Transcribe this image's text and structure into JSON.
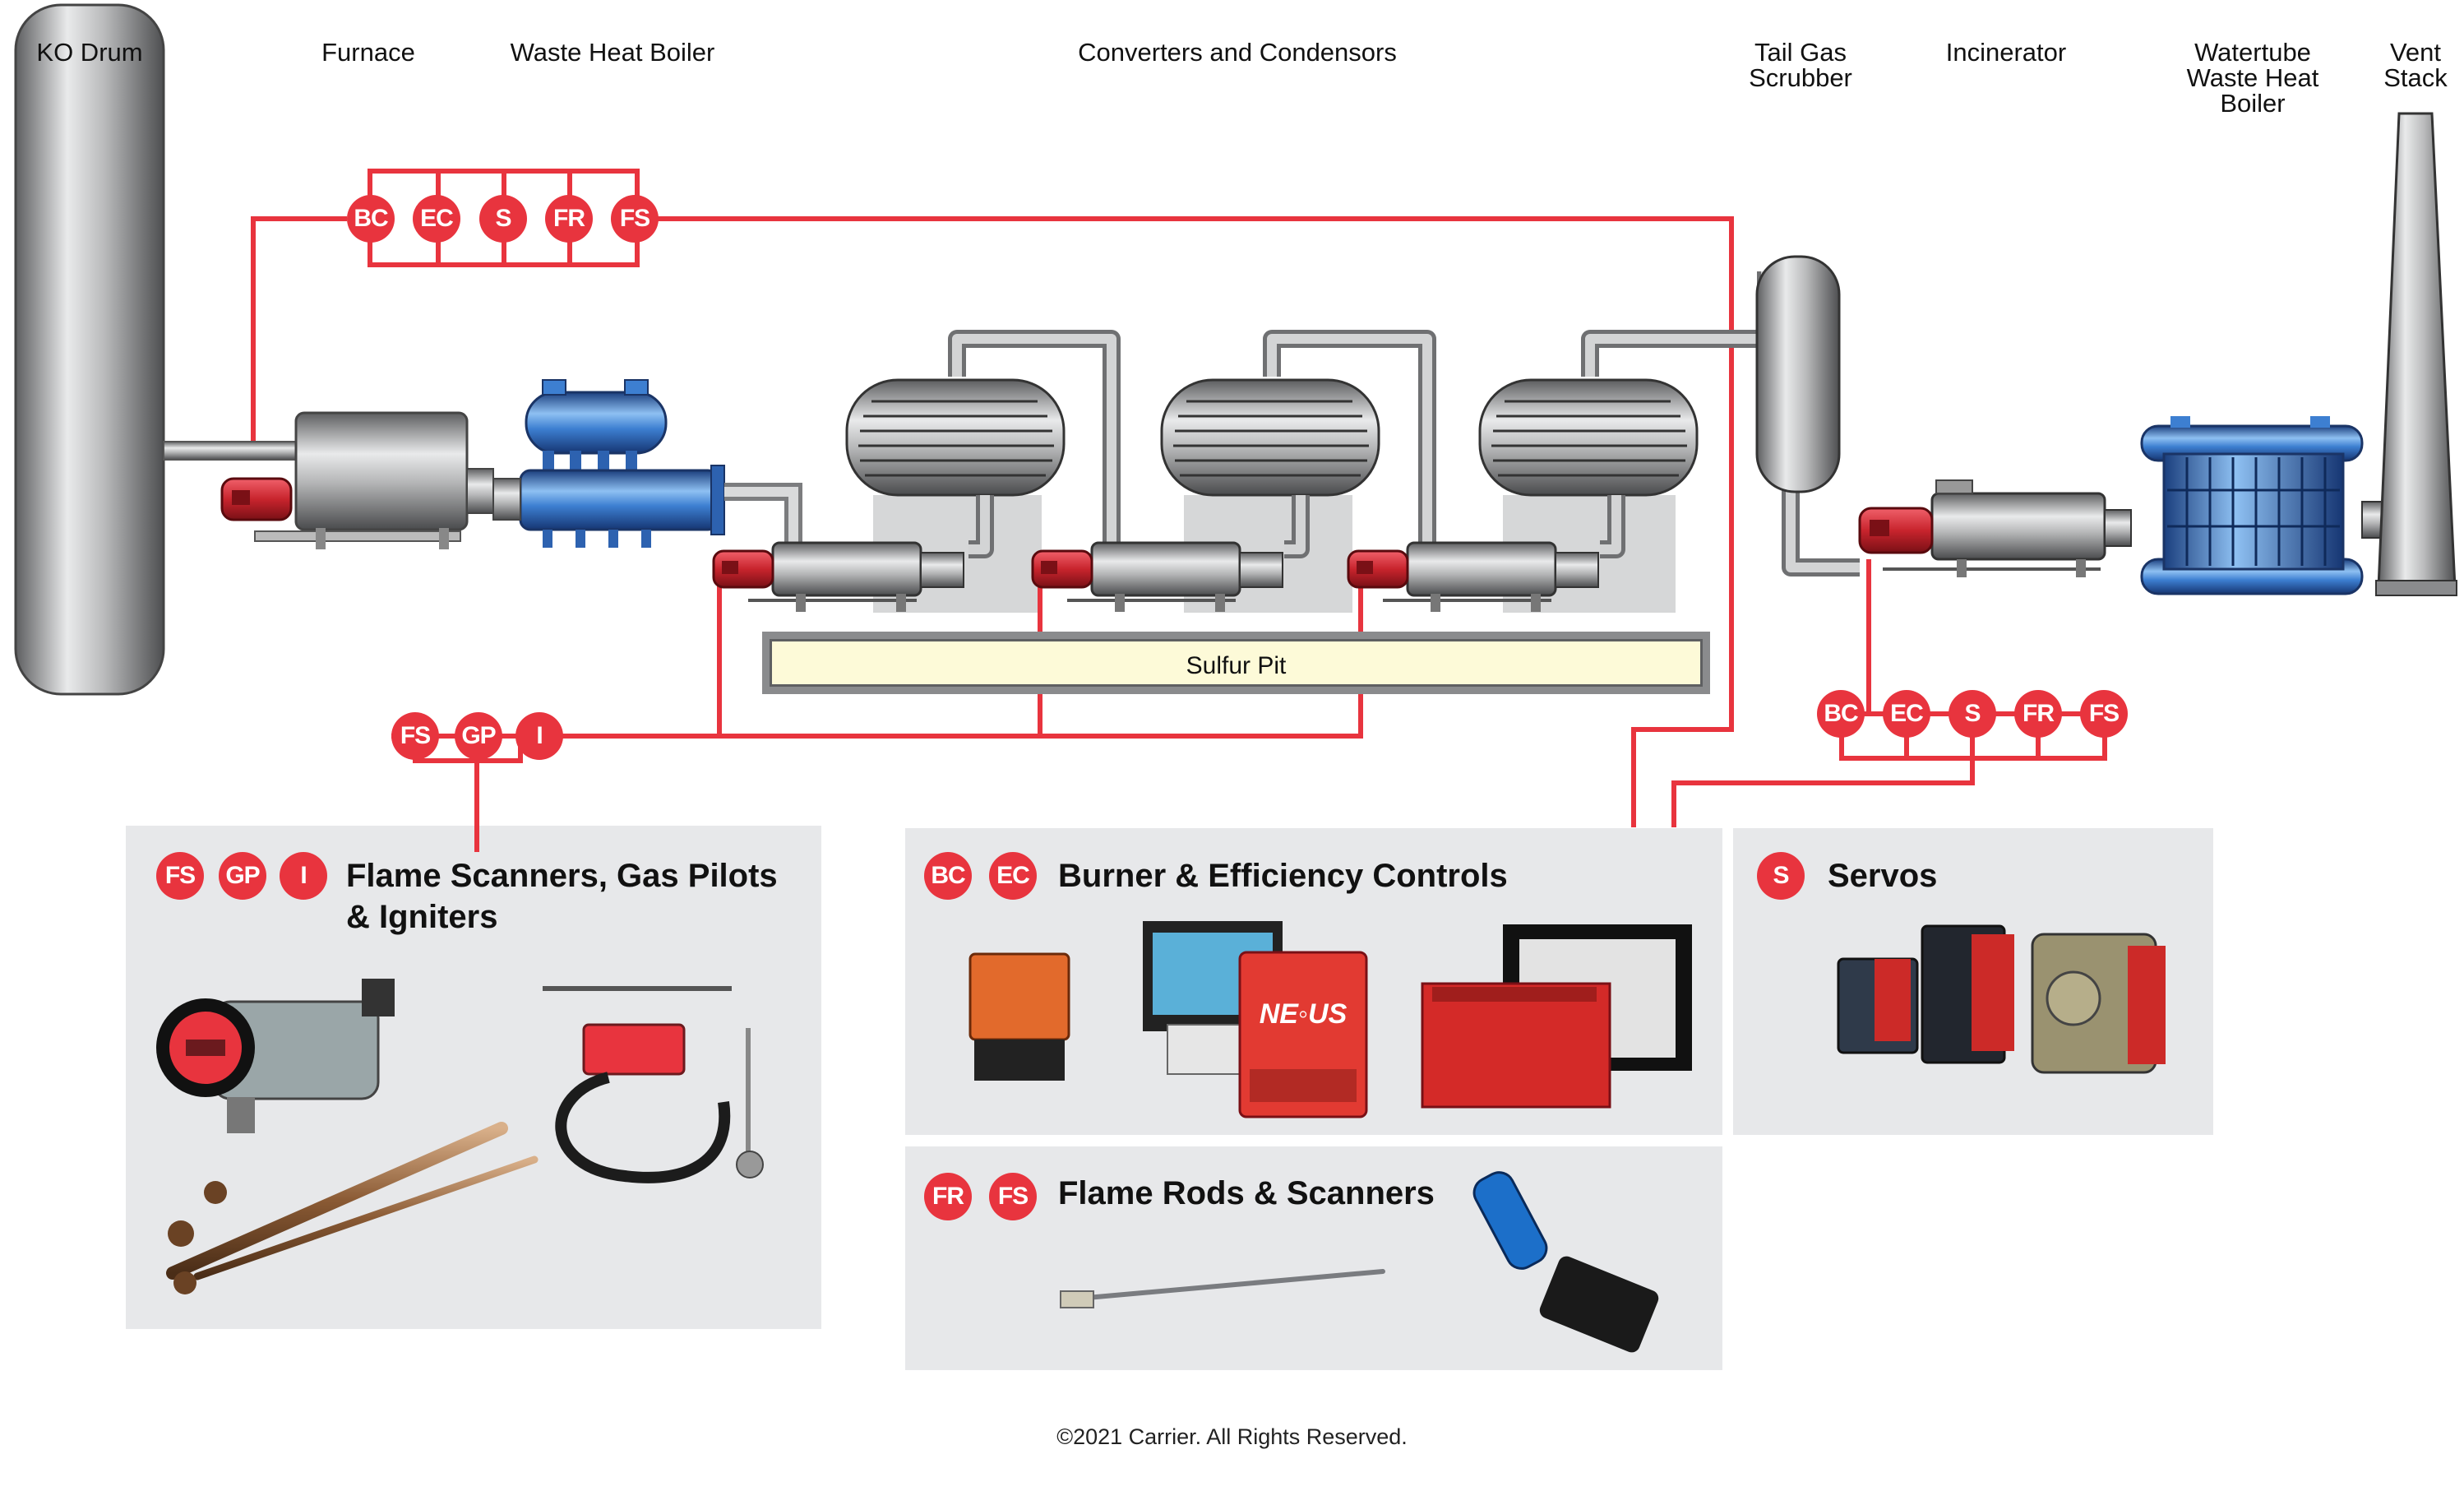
{
  "stages": {
    "ko_drum": "KO Drum",
    "furnace": "Furnace",
    "waste_heat_boiler": "Waste Heat Boiler",
    "converters": "Converters and Condensors",
    "tail_gas": "Tail Gas\nScrubber",
    "incinerator": "Incinerator",
    "watertube": "Watertube\nWaste Heat\nBoiler",
    "vent_stack": "Vent\nStack"
  },
  "sulfur_pit": "Sulfur Pit",
  "badge_groups": {
    "furnace_controls": [
      "BC",
      "EC",
      "S",
      "FR",
      "FS"
    ],
    "incinerator_controls": [
      "BC",
      "EC",
      "S",
      "FR",
      "FS"
    ],
    "reheat_burners": [
      "FS",
      "GP",
      "I"
    ]
  },
  "panels": {
    "flame": {
      "badges": [
        "FS",
        "GP",
        "I"
      ],
      "title": "Flame Scanners, Gas Pilots\n& Igniters"
    },
    "burner": {
      "badges": [
        "BC",
        "EC"
      ],
      "title": "Burner & Efficiency Controls"
    },
    "servos": {
      "badges": [
        "S"
      ],
      "title": "Servos"
    },
    "rods": {
      "badges": [
        "FR",
        "FS"
      ],
      "title": "Flame Rods & Scanners"
    }
  },
  "device_text": {
    "nexus_brand": "NE◦US"
  },
  "copyright": "©2021 Carrier. All Rights Reserved.",
  "colors": {
    "signal_line": "#e8343e",
    "badge_fill": "#e8343e",
    "vessel_gray": "#a9aaac",
    "boiler_blue": "#3d7fd1",
    "panel_bg": "#e7e8ea",
    "pit_fill": "#fdfad8"
  }
}
